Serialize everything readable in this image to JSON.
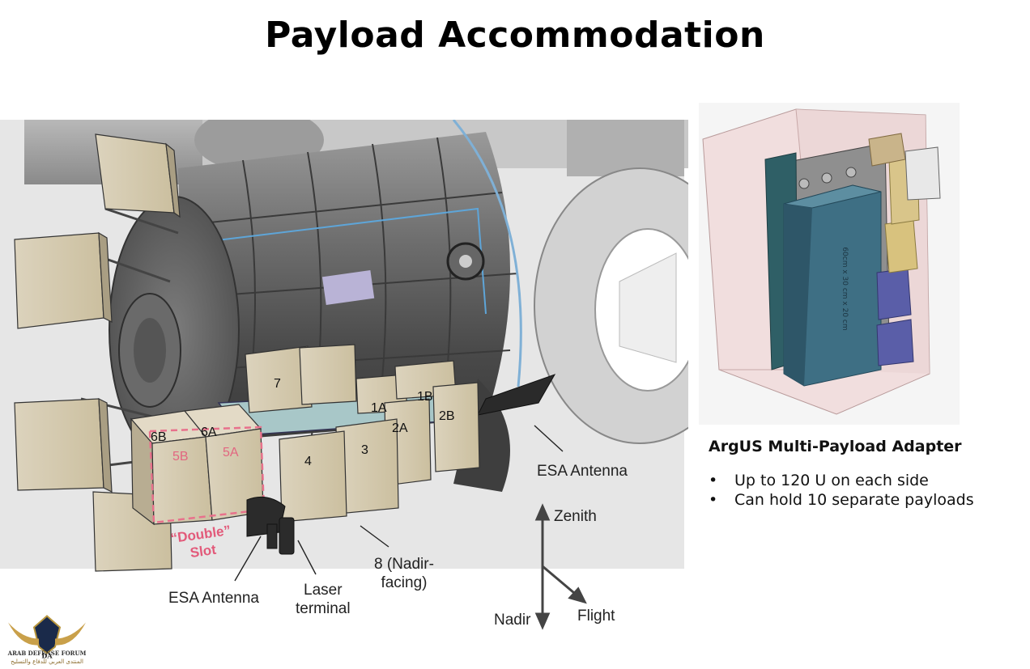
{
  "slide": {
    "title": "Payload Accommodation"
  },
  "diagram": {
    "slots": {
      "s7": "7",
      "s1a": "1A",
      "s1b": "1B",
      "s2a": "2A",
      "s2b": "2B",
      "s3": "3",
      "s4": "4",
      "s5a": "5A",
      "s5b": "5B",
      "s6a": "6A",
      "s6b": "6B"
    },
    "double_slot": "“Double”\nSlot",
    "labels": {
      "esa_antenna_right": "ESA Antenna",
      "esa_antenna_left": "ESA Antenna",
      "laser_terminal": "Laser\nterminal",
      "nadir_facing": "8 (Nadir-\nfacing)"
    },
    "directions": {
      "zenith": "Zenith",
      "nadir": "Nadir",
      "flight": "Flight"
    }
  },
  "adapter": {
    "heading": "ArgUS Multi-Payload Adapter",
    "bullets": [
      "Up to 120 U on each side",
      "Can hold 10 separate payloads"
    ],
    "box_text": "60cm x 30 cm x 20 cm"
  },
  "logo": {
    "text_en": "ARAB DEFENSE FORUM",
    "text_ar": "المنتدى العربي للدفاع والتسليح",
    "mark": "DA"
  }
}
